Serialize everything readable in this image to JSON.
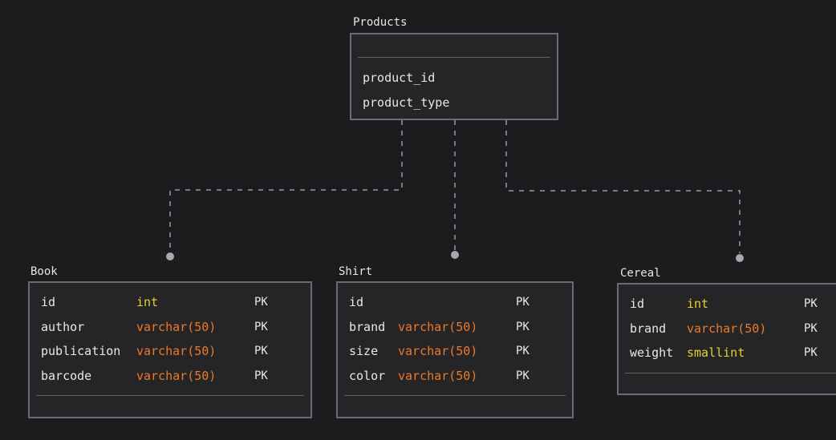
{
  "colors": {
    "background": "#1c1c1e",
    "box_fill": "#252528",
    "box_border": "#6b6b72",
    "connector": "#9a9aa0",
    "type_int": "#e6d22c",
    "type_varchar": "#ec7a26",
    "type_smallint": "#e6d22c",
    "text": "#e8e8ea"
  },
  "tables": {
    "products": {
      "title": "Products",
      "columns": [
        {
          "name": "product_id",
          "type": "",
          "key": ""
        },
        {
          "name": "product_type",
          "type": "",
          "key": ""
        }
      ]
    },
    "book": {
      "title": "Book",
      "columns": [
        {
          "name": "id",
          "type": "int",
          "key": "PK",
          "type_color": "#e6d22c"
        },
        {
          "name": "author",
          "type": "varchar(50)",
          "key": "PK",
          "type_color": "#ec7a26"
        },
        {
          "name": "publication",
          "type": "varchar(50)",
          "key": "PK",
          "type_color": "#ec7a26"
        },
        {
          "name": "barcode",
          "type": "varchar(50)",
          "key": "PK",
          "type_color": "#ec7a26"
        }
      ]
    },
    "shirt": {
      "title": "Shirt",
      "columns": [
        {
          "name": "id",
          "type": "",
          "key": "PK",
          "type_color": "#ec7a26"
        },
        {
          "name": "brand",
          "type": "varchar(50)",
          "key": "PK",
          "type_color": "#ec7a26"
        },
        {
          "name": "size",
          "type": "varchar(50)",
          "key": "PK",
          "type_color": "#ec7a26"
        },
        {
          "name": "color",
          "type": "varchar(50)",
          "key": "PK",
          "type_color": "#ec7a26"
        }
      ]
    },
    "cereal": {
      "title": "Cereal",
      "columns": [
        {
          "name": "id",
          "type": "int",
          "key": "PK",
          "type_color": "#e6d22c"
        },
        {
          "name": "brand",
          "type": "varchar(50)",
          "key": "PK",
          "type_color": "#ec7a26"
        },
        {
          "name": "weight",
          "type": "smallint",
          "key": "PK",
          "type_color": "#e6d22c"
        }
      ]
    }
  },
  "relationships": [
    {
      "from": "Products",
      "to": "Book",
      "style": "dotted",
      "end": "dot"
    },
    {
      "from": "Products",
      "to": "Shirt",
      "style": "dotted",
      "end": "dot"
    },
    {
      "from": "Products",
      "to": "Cereal",
      "style": "dotted",
      "end": "dot"
    }
  ]
}
